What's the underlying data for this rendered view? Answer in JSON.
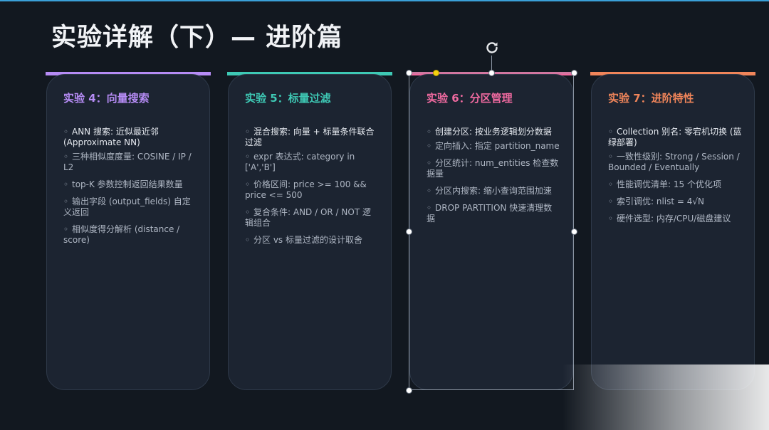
{
  "slide": {
    "title": "实验详解（下）— 进阶篇"
  },
  "cards": [
    {
      "title": "实验 4：向量搜索",
      "accent": "#b68cf5",
      "items": [
        "ANN 搜索: 近似最近邻 (Approximate NN)",
        "三种相似度度量: COSINE / IP / L2",
        "top-K 参数控制返回结果数量",
        "输出字段 (output_fields) 自定义返回",
        "相似度得分解析 (distance / score)"
      ]
    },
    {
      "title": "实验 5：标量过滤",
      "accent": "#3ec9b5",
      "items": [
        "混合搜索: 向量 + 标量条件联合过滤",
        "expr 表达式: category in ['A','B']",
        "价格区间: price >= 100 && price <= 500",
        "复合条件: AND / OR / NOT 逻辑组合",
        "分区 vs 标量过滤的设计取舍"
      ]
    },
    {
      "title": "实验 6：分区管理",
      "accent": "#f06aa0",
      "items": [
        "创建分区: 按业务逻辑划分数据",
        "定向插入: 指定 partition_name",
        "分区统计: num_entities 检查数据量",
        "分区内搜索: 缩小查询范围加速",
        "DROP PARTITION 快速清理数据"
      ]
    },
    {
      "title": "实验 7：进阶特性",
      "accent": "#f0855a",
      "items": [
        "Collection 别名: 零宕机切换 (蓝绿部署)",
        "一致性级别: Strong / Session / Bounded / Eventually",
        "性能调优清单: 15 个优化项",
        "索引调优: nlist = 4√N",
        "硬件选型: 内存/CPU/磁盘建议"
      ]
    }
  ]
}
